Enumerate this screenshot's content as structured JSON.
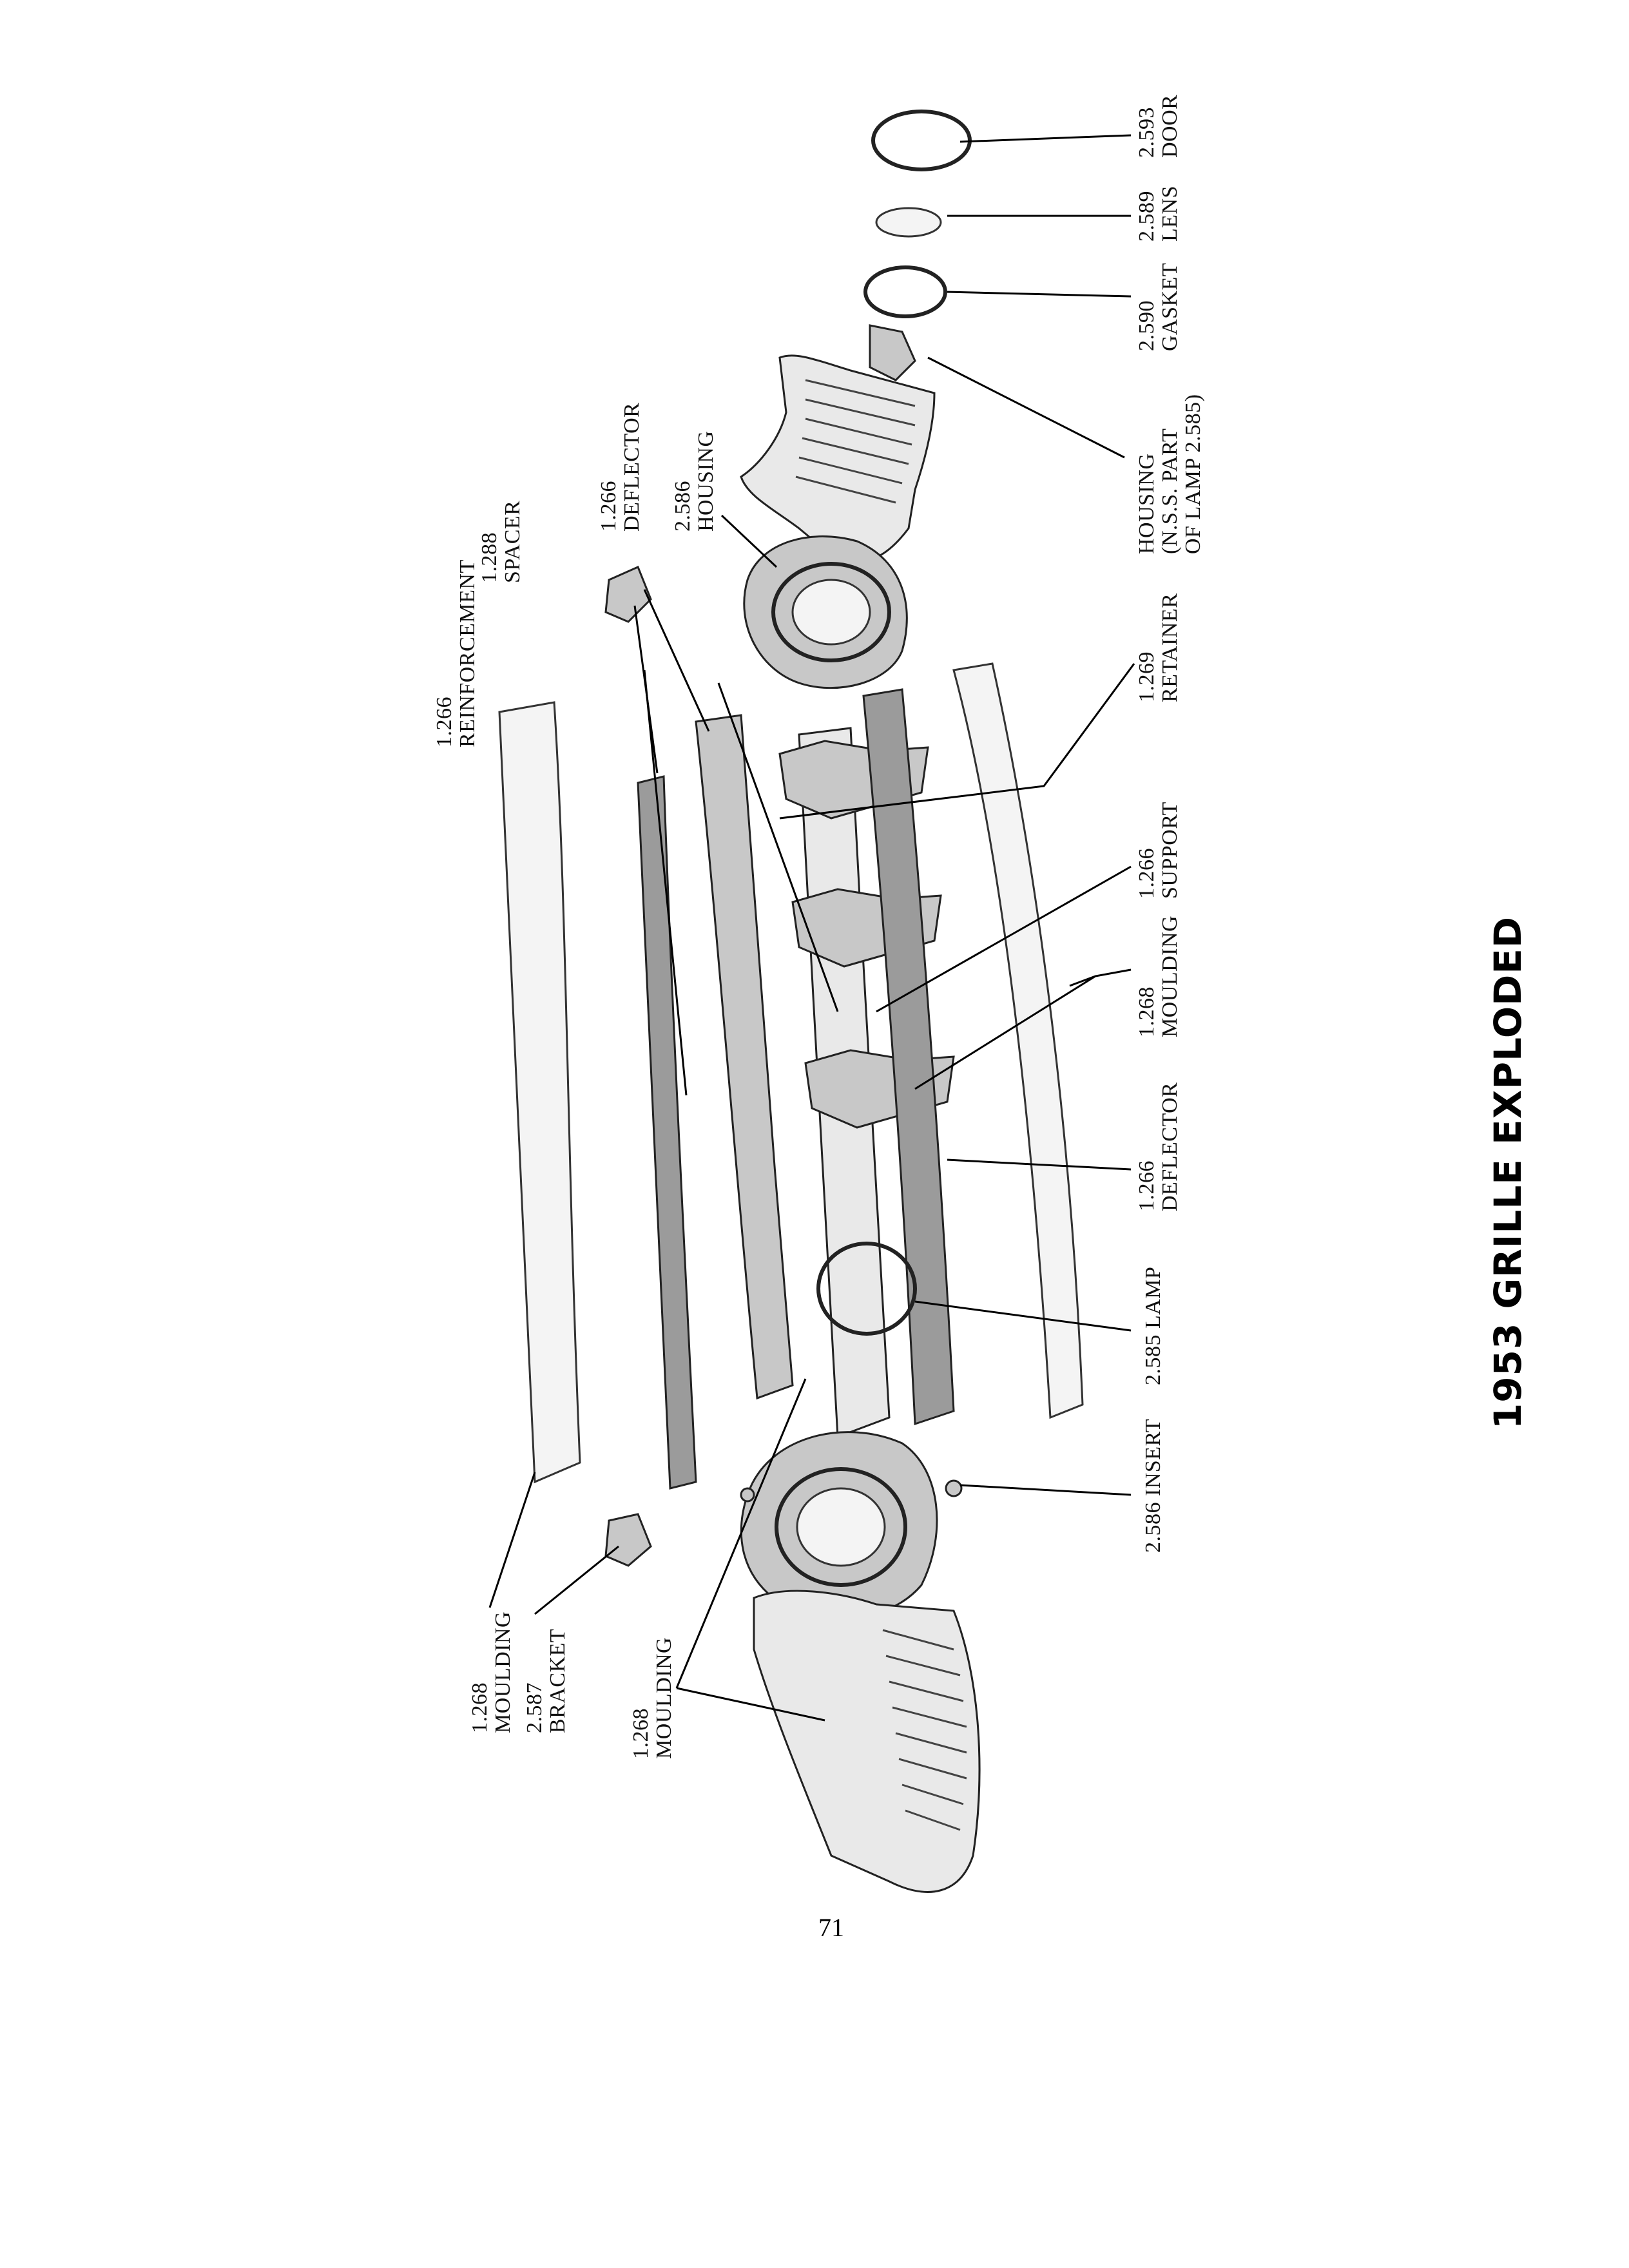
{
  "page": {
    "title": "1953 GRILLE EXPLODED",
    "page_number": "71"
  },
  "labels": {
    "door": [
      "2.593",
      "DOOR"
    ],
    "lens": [
      "2.589",
      "LENS"
    ],
    "gasket": [
      "2.590",
      "GASKET"
    ],
    "housing_nss": [
      "HOUSING",
      "(N.S.S. PART",
      "OF LAMP 2.585)"
    ],
    "retainer": [
      "1.269",
      "RETAINER"
    ],
    "support": [
      "1.266",
      "SUPPORT"
    ],
    "moulding_right": [
      "1.268",
      "MOULDING"
    ],
    "deflector_right": [
      "1.266",
      "DEFLECTOR"
    ],
    "lamp": [
      "2.585 LAMP"
    ],
    "insert": [
      "2.586 INSERT"
    ],
    "reinforcement": [
      "1.266",
      "REINFORCEMENT"
    ],
    "spacer": [
      "1.288",
      "SPACER"
    ],
    "deflector_top": [
      "1.266",
      "DEFLECTOR"
    ],
    "housing_top": [
      "2.586",
      "HOUSING"
    ],
    "moulding_left": [
      "1.268",
      "MOULDING"
    ],
    "bracket": [
      "2.587",
      "BRACKET"
    ],
    "moulding_bottom": [
      "1.268",
      "MOULDING"
    ]
  }
}
